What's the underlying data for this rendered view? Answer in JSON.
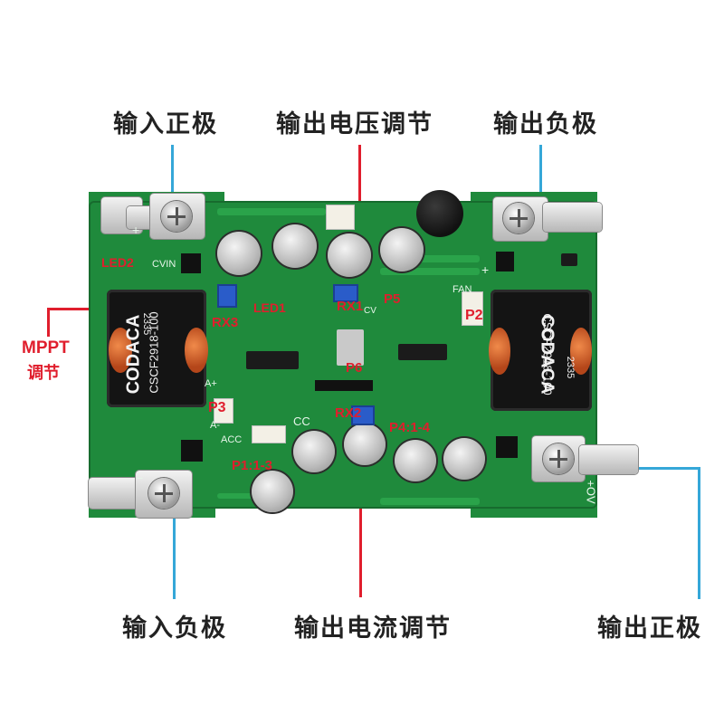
{
  "callouts": {
    "input_positive": "输入正极",
    "output_voltage_adjust": "输出电压调节",
    "output_negative": "输出负极",
    "input_negative": "输入负极",
    "output_current_adjust": "输出电流调节",
    "output_positive": "输出正极",
    "mppt": "MPPT",
    "mppt_adjust": "调节"
  },
  "board_tags": {
    "led2": "LED2",
    "led1": "LED1",
    "rx3": "RX3",
    "rx1": "RX1",
    "p5": "P5",
    "p2": "P2",
    "p6": "P6",
    "p3": "P3",
    "rx2": "RX2",
    "p4": "P4:1-4",
    "p1": "P1:1-3"
  },
  "inductor_marks": {
    "brand": "CODACA",
    "part": "CSCF2918-100",
    "code": "2335"
  },
  "silkscreen": {
    "cvin": "CVIN",
    "fan": "FAN",
    "cc": "CC",
    "acc": "ACC",
    "cv": "CV",
    "a_plus": "A+",
    "a_minus": "A-",
    "ov_plus": "+OV",
    "plus": "+",
    "minus": "−"
  },
  "colors": {
    "pcb": "#1f8a3c",
    "leader_blue": "#35a7d8",
    "leader_red": "#e01e2d"
  }
}
